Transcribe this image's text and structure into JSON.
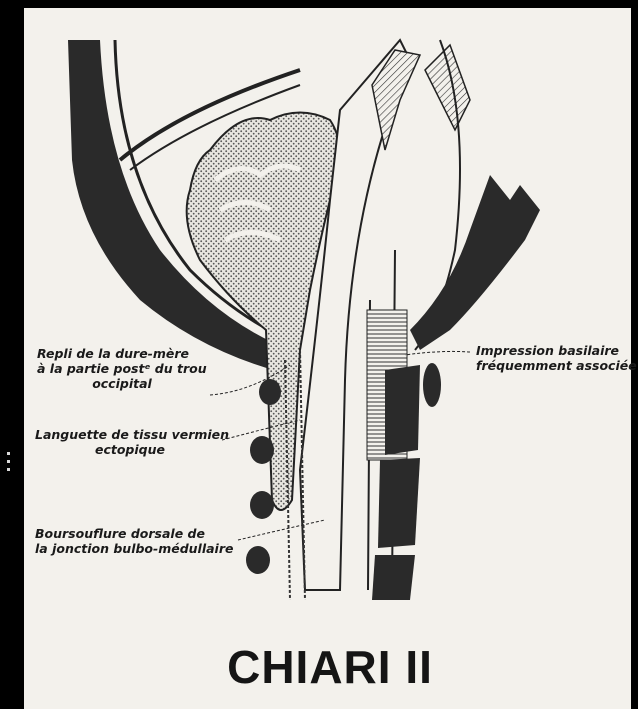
{
  "title": "CHIARI II",
  "labels": {
    "repli": [
      "Repli de la dure-mère",
      "à la partie postᵉ du trou",
      "occipital"
    ],
    "languette": [
      "Languette de tissu vermien",
      "ectopique"
    ],
    "boursouflure": [
      "Boursouflure dorsale de",
      "la jonction bulbo-médullaire"
    ],
    "impression": [
      "Impression basilaire",
      "fréquemment associée"
    ]
  },
  "colors": {
    "paper": "#f3f1ec",
    "ink": "#1a1a1a",
    "frame": "#000000"
  }
}
